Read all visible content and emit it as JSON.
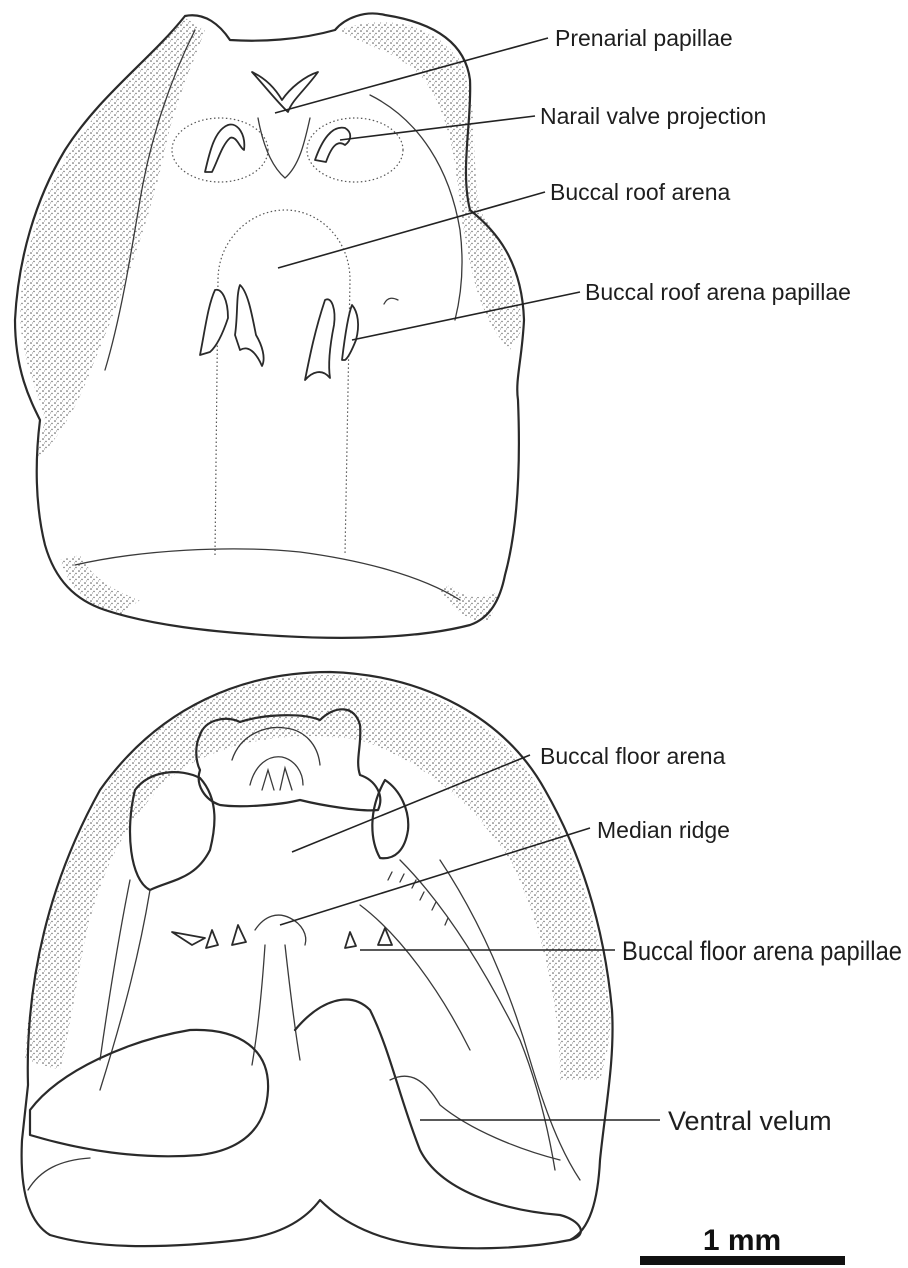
{
  "figure": {
    "upper_panel": {
      "labels": {
        "prenarial_papillae": "Prenarial papillae",
        "narial_valve_projection": "Narail valve projection",
        "buccal_roof_arena": "Buccal roof arena",
        "buccal_roof_arena_papillae": "Buccal roof arena papillae"
      }
    },
    "lower_panel": {
      "labels": {
        "buccal_floor_arena": "Buccal floor arena",
        "median_ridge": "Median ridge",
        "buccal_floor_arena_papillae": "Buccal floor arena papillae",
        "ventral_velum": "Ventral velum"
      }
    },
    "scale_bar": {
      "label": "1 mm"
    }
  }
}
